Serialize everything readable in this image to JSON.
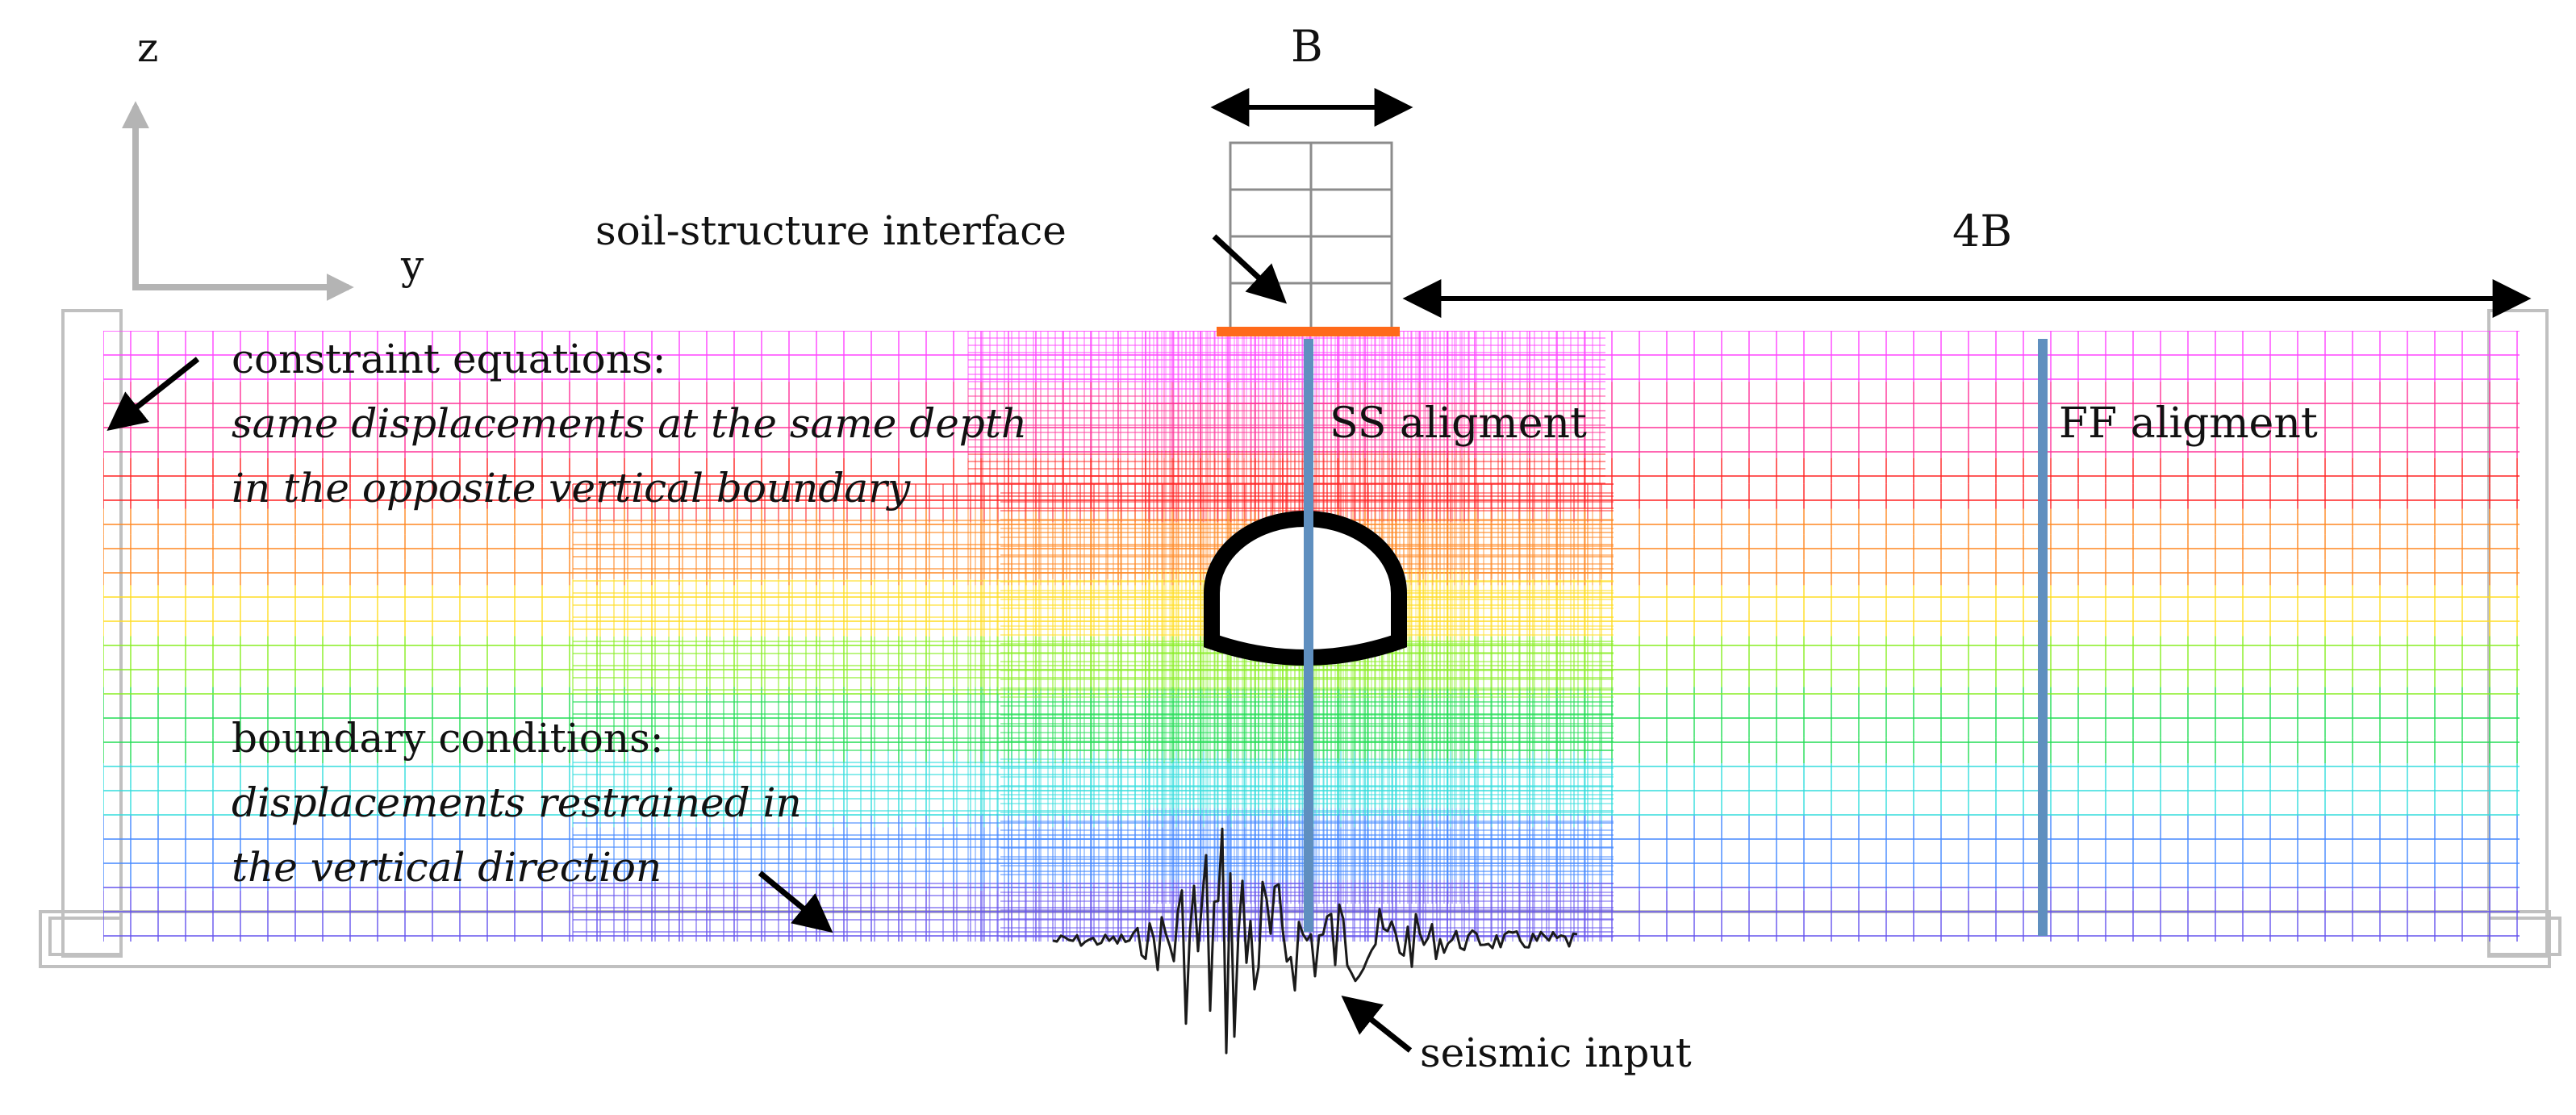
{
  "axes": {
    "z_label": "z",
    "y_label": "y"
  },
  "dimensions": {
    "structure_width": "B",
    "lateral_extent": "4B"
  },
  "labels": {
    "interface": "soil-structure interface",
    "constraint_title": "constraint equations:",
    "constraint_line1": "same displacements at the same depth",
    "constraint_line2": "in the opposite vertical boundary",
    "ss": "SS aligment",
    "ff": "FF aligment",
    "boundary_title": "boundary conditions:",
    "boundary_line1": "displacements restrained in",
    "boundary_line2": "the vertical direction",
    "seismic": "seismic input"
  },
  "colors": {
    "mesh_bands": [
      "#ff44ff",
      "#ff3399",
      "#ff2222",
      "#ff8822",
      "#ffdd22",
      "#88ee22",
      "#22dd55",
      "#33dddd",
      "#4488ff",
      "#6655ee"
    ],
    "interface": "#ff6a1a",
    "alignment": "#5f8fbf",
    "arrows": "#000000",
    "axes": "#b4b4b4",
    "boundary_frame": "#c0c0c0"
  },
  "icons": {
    "pointer": "arrow-icon",
    "dimension": "double-arrow-icon"
  }
}
